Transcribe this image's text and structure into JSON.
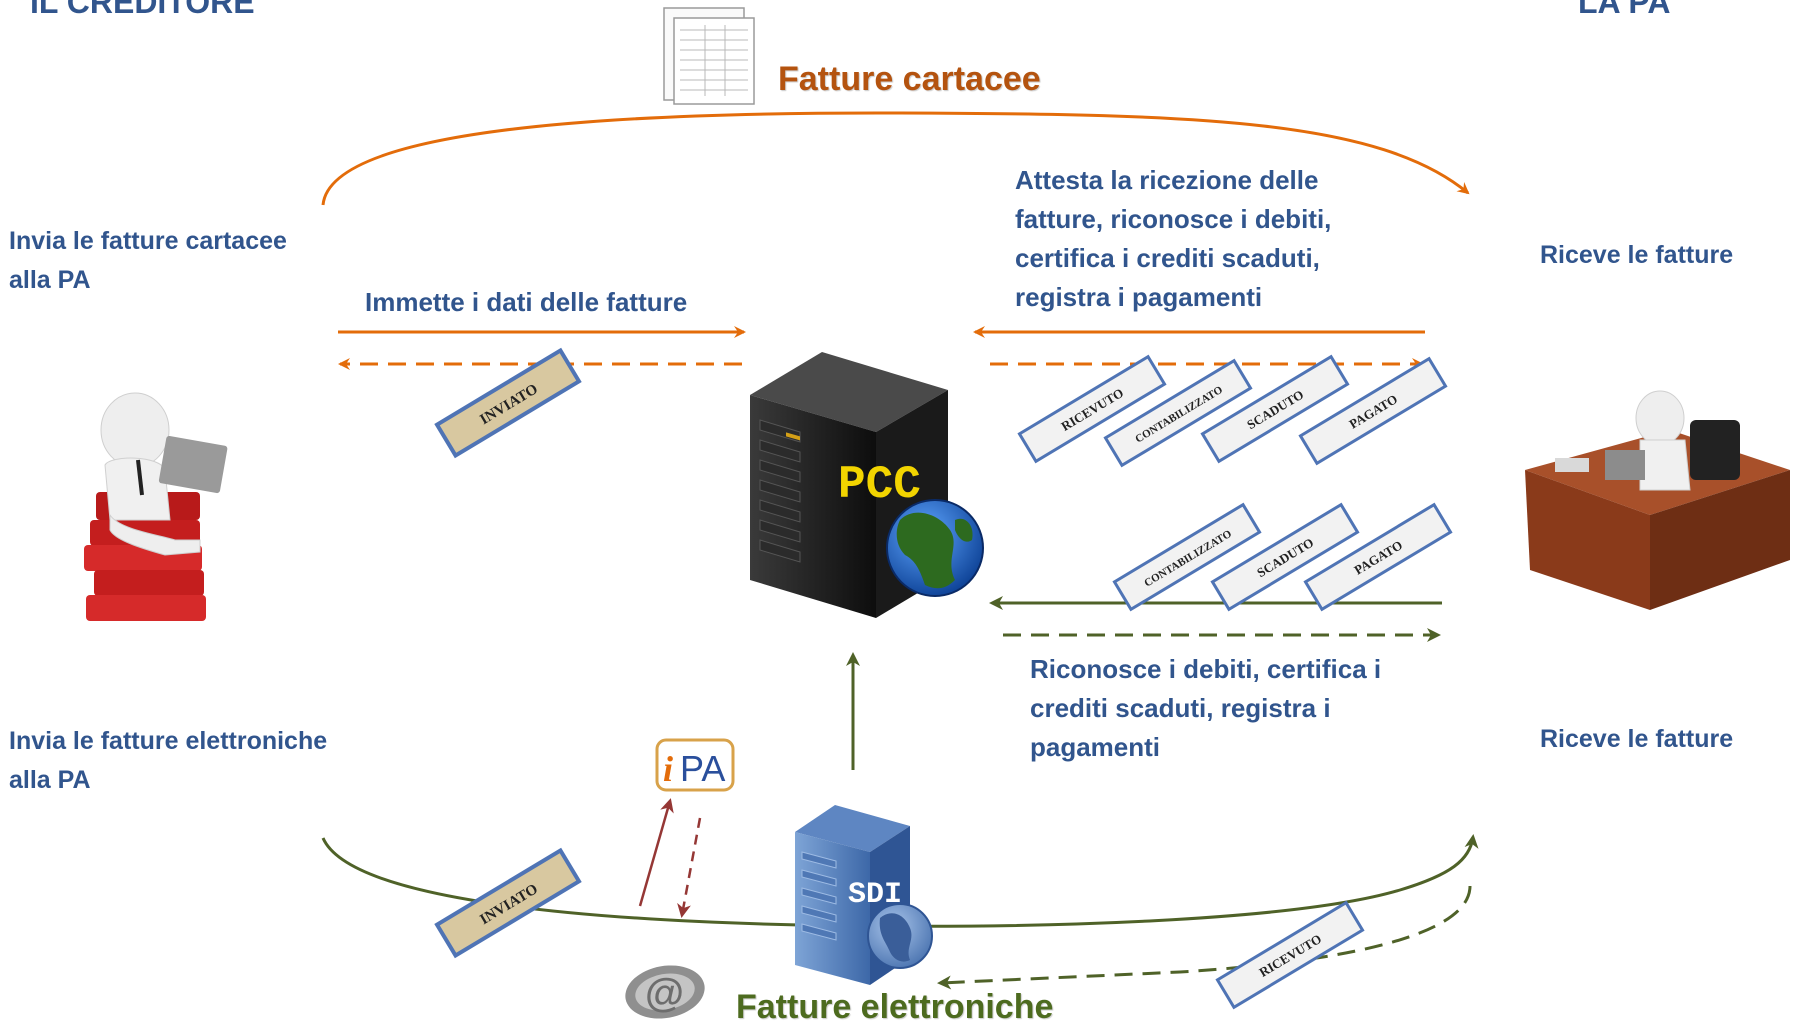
{
  "headers": {
    "left": "IL CREDITORE",
    "right": "LA PA"
  },
  "titles": {
    "paper": "Fatture cartacee",
    "electronic": "Fatture elettroniche"
  },
  "creditor": {
    "paper_send": [
      "Invia le fatture cartacee",
      "alla PA"
    ],
    "electronic_send": [
      "Invia le fatture elettroniche",
      "alla PA"
    ]
  },
  "pa": {
    "receive_top": "Riceve le fatture",
    "receive_bottom": "Riceve le fatture"
  },
  "center": {
    "enter_data": "Immette i dati delle fatture",
    "attest": [
      "Attesta la ricezione delle",
      "fatture, riconosce i debiti,",
      "certifica i crediti scaduti,",
      "registra i pagamenti"
    ],
    "recognize": [
      "Riconosce i debiti, certifica i",
      "crediti scaduti, registra i",
      "pagamenti"
    ]
  },
  "systems": {
    "pcc": "PCC",
    "sdi": "SDI",
    "ipa_i": "i",
    "ipa_pa": "PA",
    "email_symbol": "@"
  },
  "tags": {
    "inviato_top": "INVIATO",
    "inviato_bottom": "INVIATO",
    "top_row": [
      "RICEVUTO",
      "CONTABILIZZATO",
      "SCADUTO",
      "PAGATO"
    ],
    "mid_row": [
      "CONTABILIZZATO",
      "SCADUTO",
      "PAGATO"
    ],
    "ricevuto_bottom": "RICEVUTO"
  },
  "colors": {
    "text_blue": "#31558d",
    "paper_orange": "#e36c0a",
    "electronic_green": "#4f6228",
    "ipa_red": "#953735",
    "tag_inviato_fill": "#d8c8a0",
    "tag_border": "#4f74b5"
  }
}
